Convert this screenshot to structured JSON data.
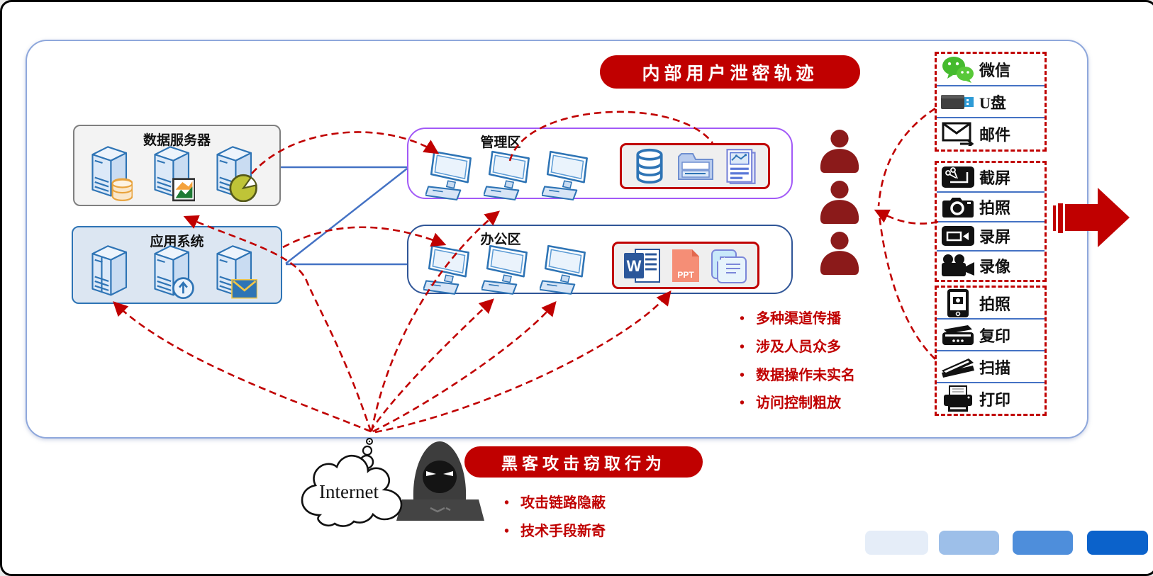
{
  "banners": {
    "internal": "内部用户泄密轨迹",
    "hacker": "黑客攻击窃取行为"
  },
  "zones": {
    "data_server": {
      "title": "数据服务器"
    },
    "app_system": {
      "title": "应用系统"
    },
    "management": {
      "title": "管理区"
    },
    "office": {
      "title": "办公区"
    }
  },
  "internet_label": "Internet",
  "leak_channels": {
    "group1": [
      {
        "icon": "wechat-icon",
        "label": "微信"
      },
      {
        "icon": "usb-drive-icon",
        "label": "U盘"
      },
      {
        "icon": "email-icon",
        "label": "邮件"
      }
    ],
    "group2": [
      {
        "icon": "screenshot-icon",
        "label": "截屏"
      },
      {
        "icon": "camera-icon",
        "label": "拍照"
      },
      {
        "icon": "screen-record-icon",
        "label": "录屏"
      },
      {
        "icon": "video-camera-icon",
        "label": "录像"
      }
    ],
    "group3": [
      {
        "icon": "tablet-camera-icon",
        "label": "拍照"
      },
      {
        "icon": "copier-icon",
        "label": "复印"
      },
      {
        "icon": "scanner-icon",
        "label": "扫描"
      },
      {
        "icon": "printer-icon",
        "label": "打印"
      }
    ]
  },
  "internal_risks": [
    "多种渠道传播",
    "涉及人员众多",
    "数据操作未实名",
    "访问控制粗放"
  ],
  "hacker_risks": [
    "攻击链路隐蔽",
    "技术手段新奇"
  ],
  "office_docs": {
    "word_label": "W",
    "ppt_label": "PPT"
  },
  "colors": {
    "accent_red": "#C00000",
    "maroon": "#8B1A1A",
    "line_blue": "#4472C4",
    "purple_border": "#A259F7",
    "office_border": "#2F5597",
    "gray_border": "#7F7F7F",
    "wechat_green": "#4DBC2F",
    "usb_blue": "#2E9BD6",
    "word_blue": "#2B579A",
    "ppt_salmon": "#F58E76",
    "gradient_squares": [
      "#E5EDF8",
      "#9DBFE9",
      "#4E8EDB",
      "#0B62CB"
    ]
  }
}
